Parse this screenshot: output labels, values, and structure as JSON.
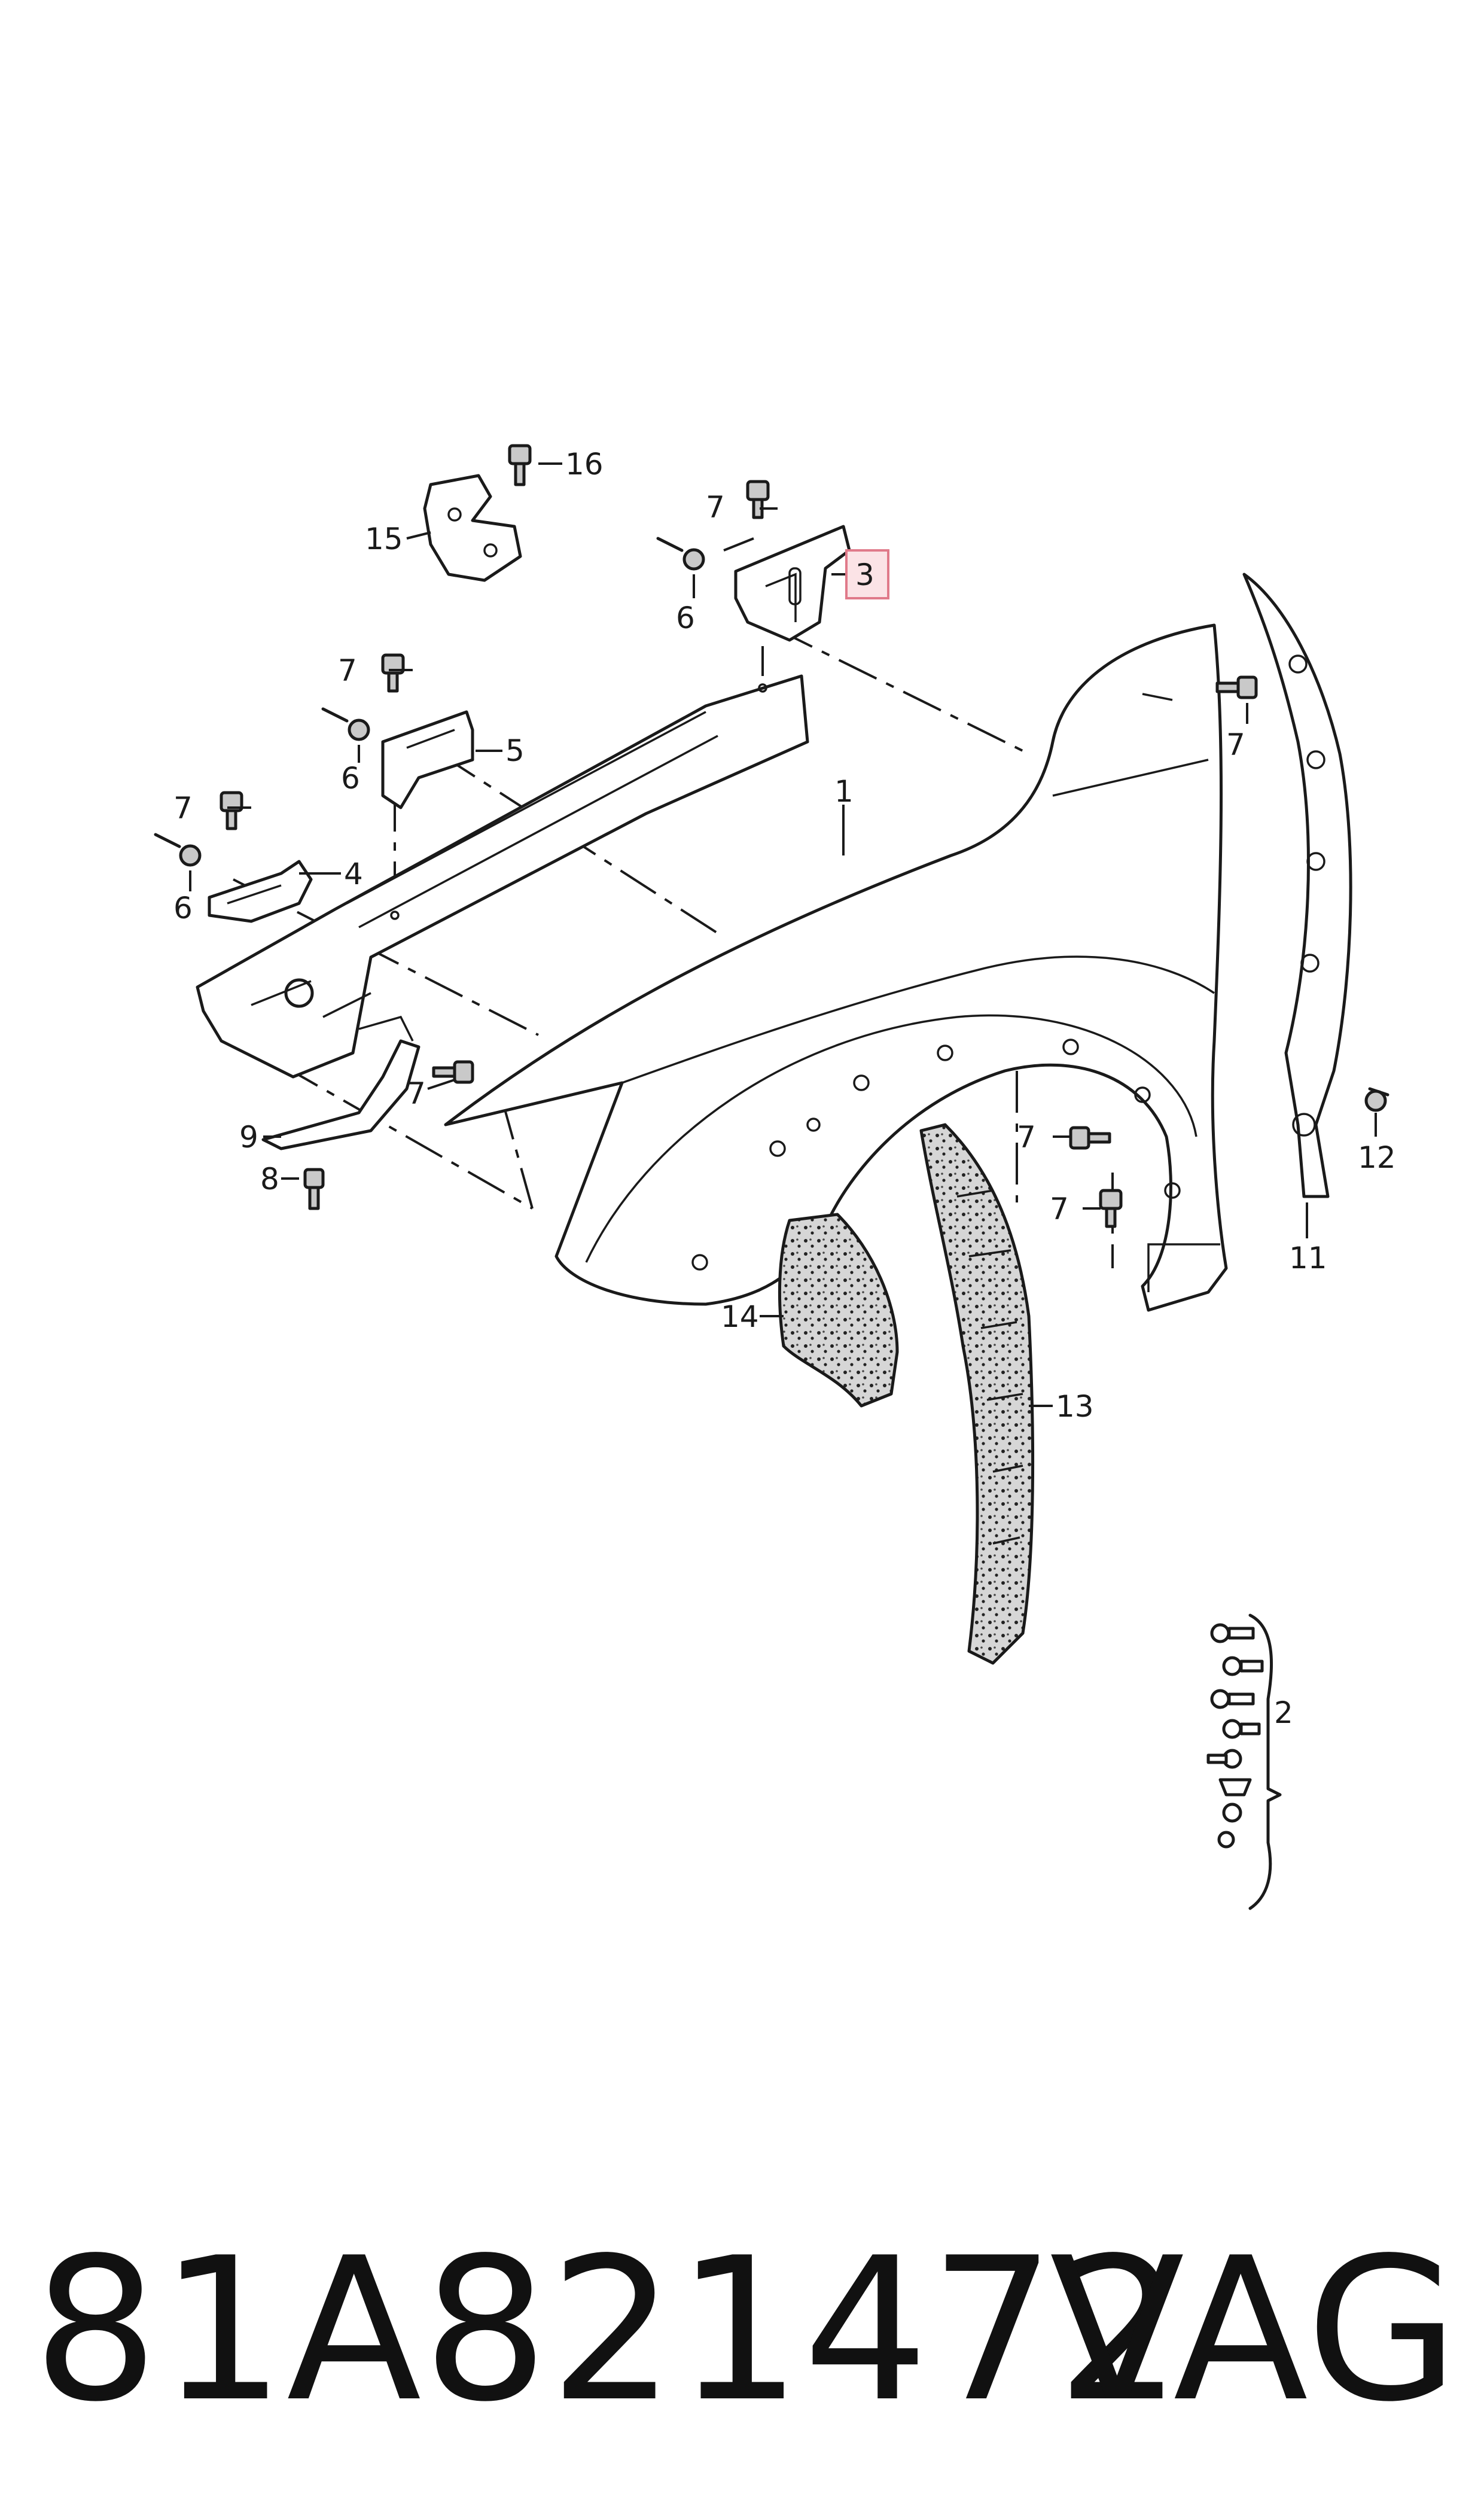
{
  "diagram": {
    "callouts": [
      {
        "id": "c1",
        "label": "1"
      },
      {
        "id": "c2",
        "label": "2"
      },
      {
        "id": "c3",
        "label": "3",
        "highlighted": true
      },
      {
        "id": "c4",
        "label": "4"
      },
      {
        "id": "c5",
        "label": "5"
      },
      {
        "id": "c6a",
        "label": "6"
      },
      {
        "id": "c6b",
        "label": "6"
      },
      {
        "id": "c6c",
        "label": "6"
      },
      {
        "id": "c7a",
        "label": "7"
      },
      {
        "id": "c7b",
        "label": "7"
      },
      {
        "id": "c7c",
        "label": "7"
      },
      {
        "id": "c7d",
        "label": "7"
      },
      {
        "id": "c7e",
        "label": "7"
      },
      {
        "id": "c7f",
        "label": "7"
      },
      {
        "id": "c7g",
        "label": "7"
      },
      {
        "id": "c8",
        "label": "8"
      },
      {
        "id": "c9",
        "label": "9"
      },
      {
        "id": "c11",
        "label": "11"
      },
      {
        "id": "c12",
        "label": "12"
      },
      {
        "id": "c13",
        "label": "13"
      },
      {
        "id": "c14",
        "label": "14"
      },
      {
        "id": "c15",
        "label": "15"
      },
      {
        "id": "c16",
        "label": "16"
      }
    ],
    "highlight_color": "#e07a8a"
  },
  "footer": {
    "part_number": "81A821472",
    "brand": "VAG"
  }
}
